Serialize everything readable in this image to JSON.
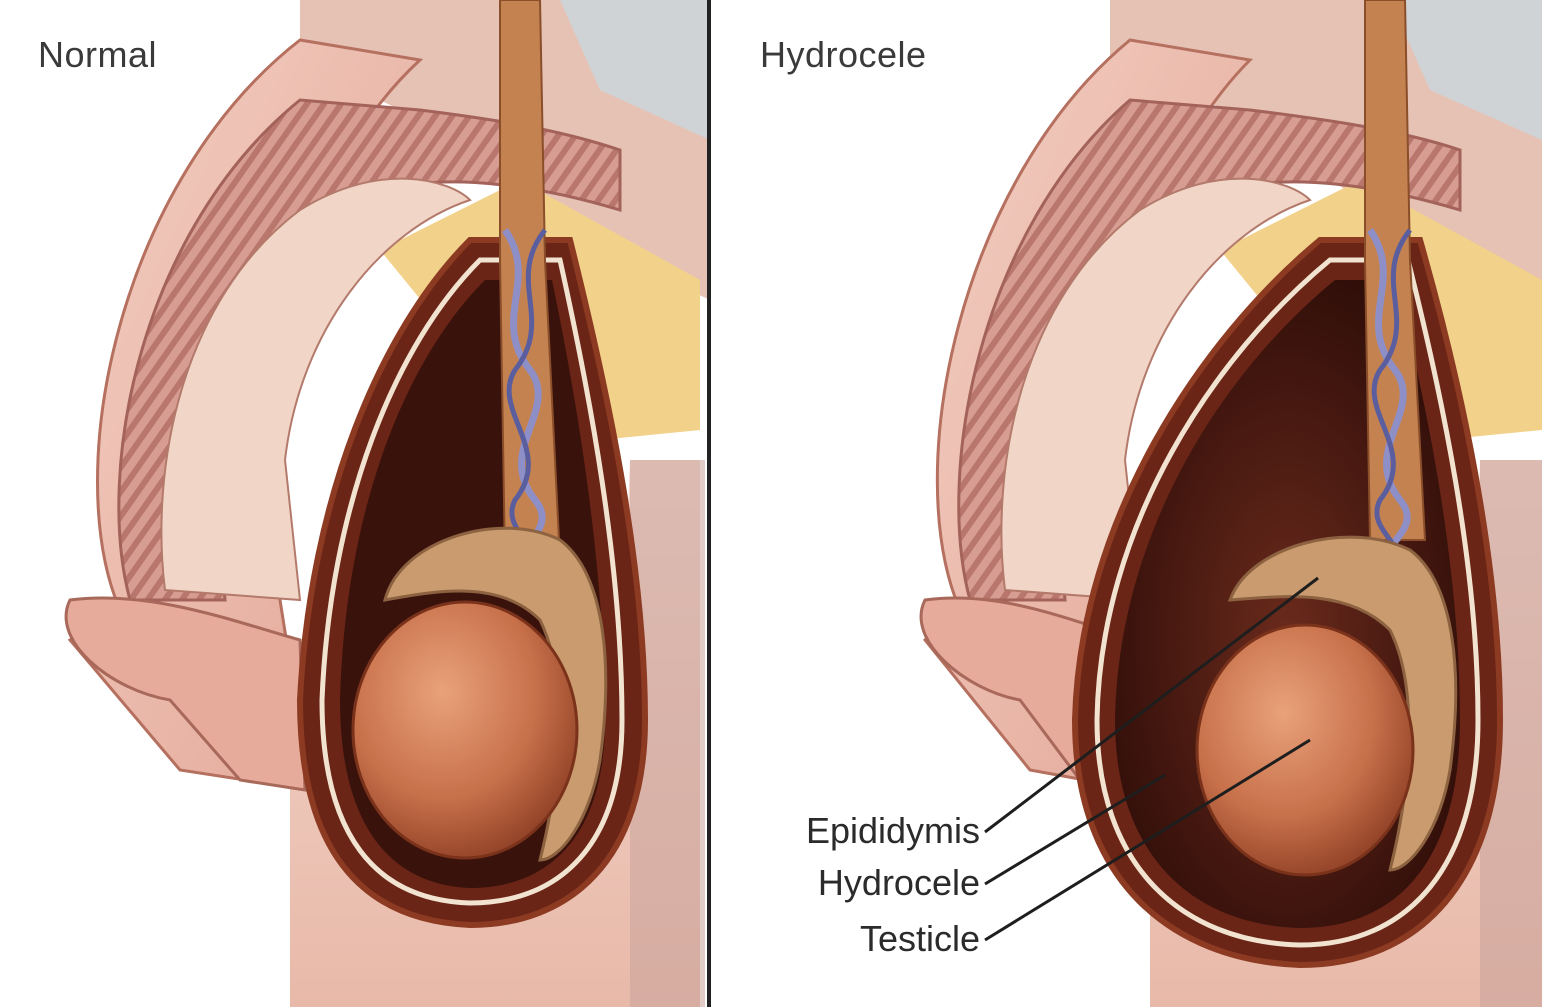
{
  "panels": [
    {
      "title": "Normal"
    },
    {
      "title": "Hydrocele"
    }
  ],
  "callouts": [
    {
      "label": "Epididymis"
    },
    {
      "label": "Hydrocele"
    },
    {
      "label": "Testicle"
    }
  ],
  "colors": {
    "background": "#ffffff",
    "skin": "#e9b8aa",
    "tissue": "#d89a90",
    "fat": "#f2d28a",
    "sac_dark": "#3a120c",
    "fluid": "#4a1a12",
    "testicle": "#c7704a",
    "epididymis": "#c99b6e",
    "cord": "#c48251",
    "divider": "#222222"
  }
}
